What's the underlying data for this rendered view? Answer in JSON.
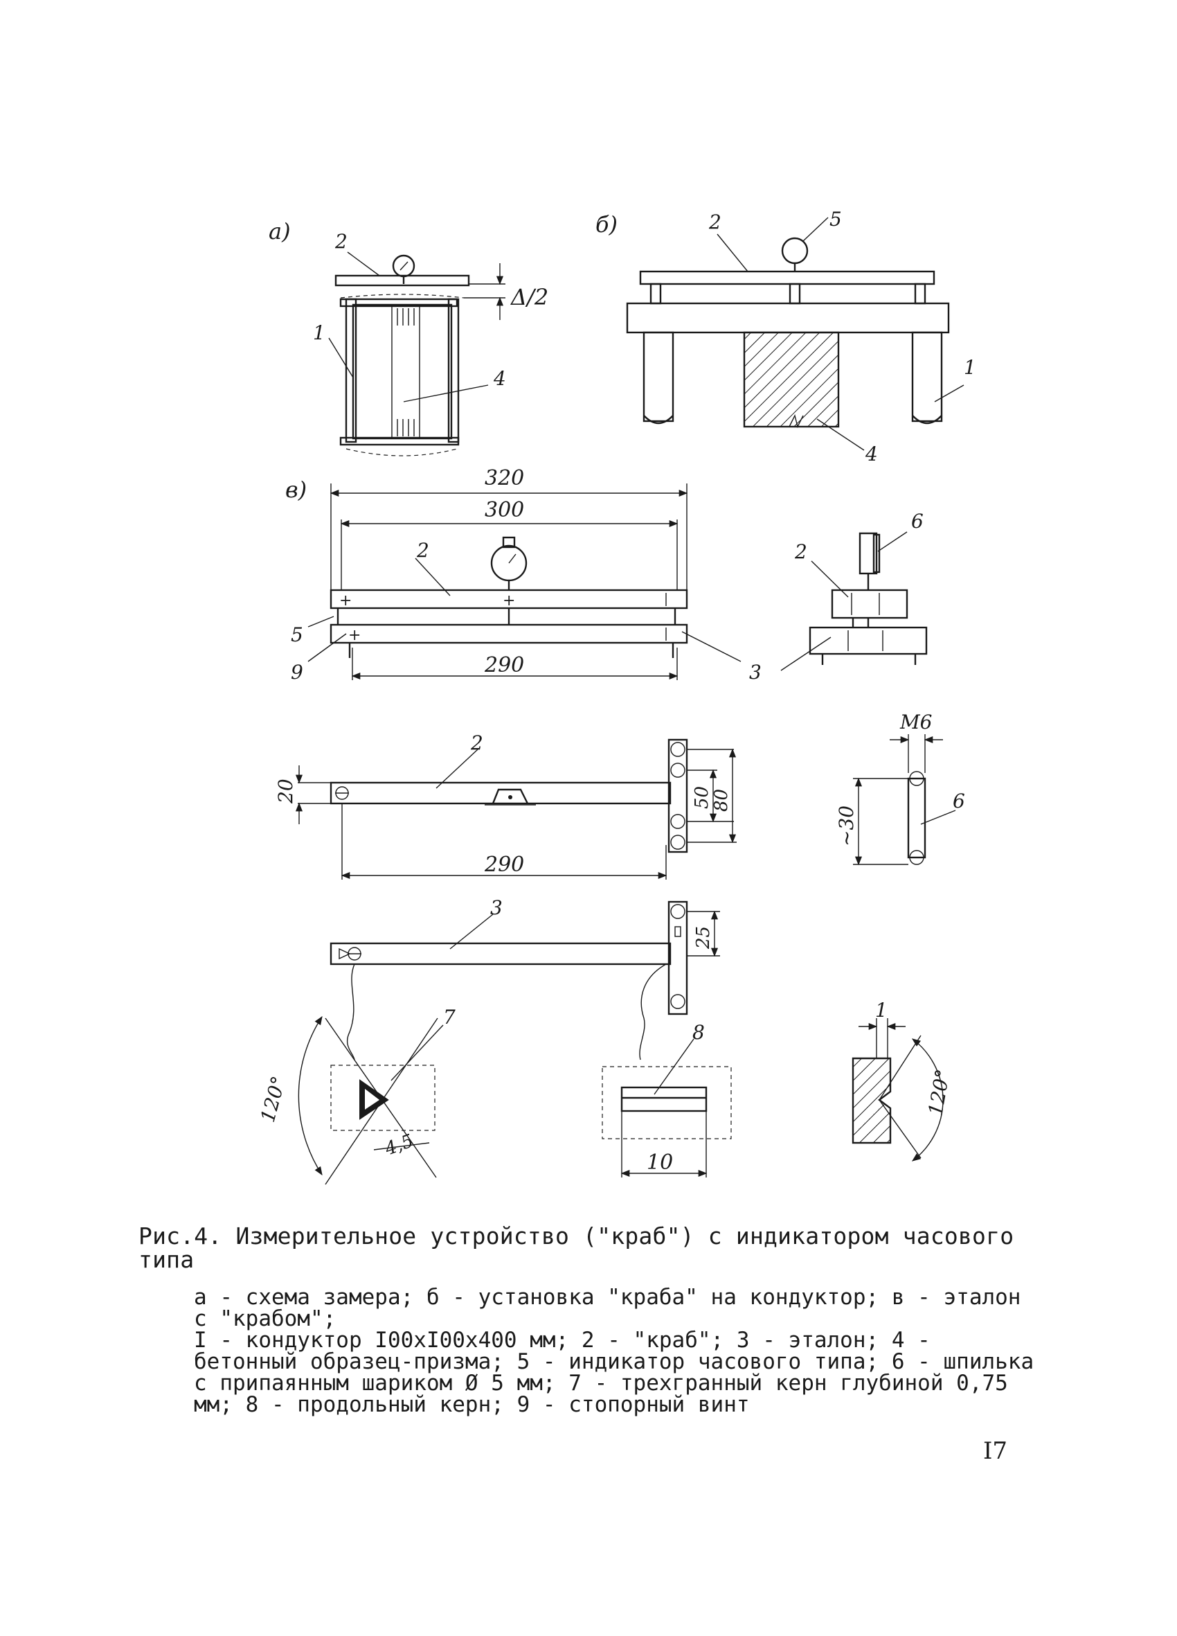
{
  "figure": {
    "panel_labels": {
      "a": "а)",
      "b": "б)",
      "c": "в)"
    },
    "callouts": {
      "a": [
        "1",
        "2",
        "4"
      ],
      "b": [
        "1",
        "2",
        "4",
        "5"
      ],
      "c": [
        "2",
        "3",
        "5",
        "6",
        "9"
      ],
      "part2": "2",
      "part3": "3",
      "part6": "6",
      "detail7": "7",
      "detail8": "8"
    },
    "dimensions": {
      "delta": "Δ/2",
      "d320": "320",
      "d300": "300",
      "d290_c": "290",
      "d20": "20",
      "d50": "50",
      "d80": "80",
      "d290_part2": "290",
      "m6": "М6",
      "d30": "~30",
      "d25": "25",
      "d120_left": "120°",
      "d45": "4,5",
      "d10": "10",
      "d1": "1",
      "d120_right": "120°"
    }
  },
  "caption": {
    "title": "Рис.4. Измерительное устройство (\"краб\") с индикатором часового типа",
    "lines": [
      "а - схема замера; б - установка \"краба\" на кондуктор; в - эталон с \"крабом\";",
      "I - кондуктор I00xI00x400 мм; 2 - \"краб\"; 3 - эталон; 4 - бетонный образец-призма; 5 - индикатор часового типа; 6 - шпилька с припаянным шариком Ø 5 мм; 7 - трехгранный керн глубиной 0,75 мм; 8 - продольный керн; 9 - стопорный винт"
    ]
  },
  "page_number": "I7"
}
